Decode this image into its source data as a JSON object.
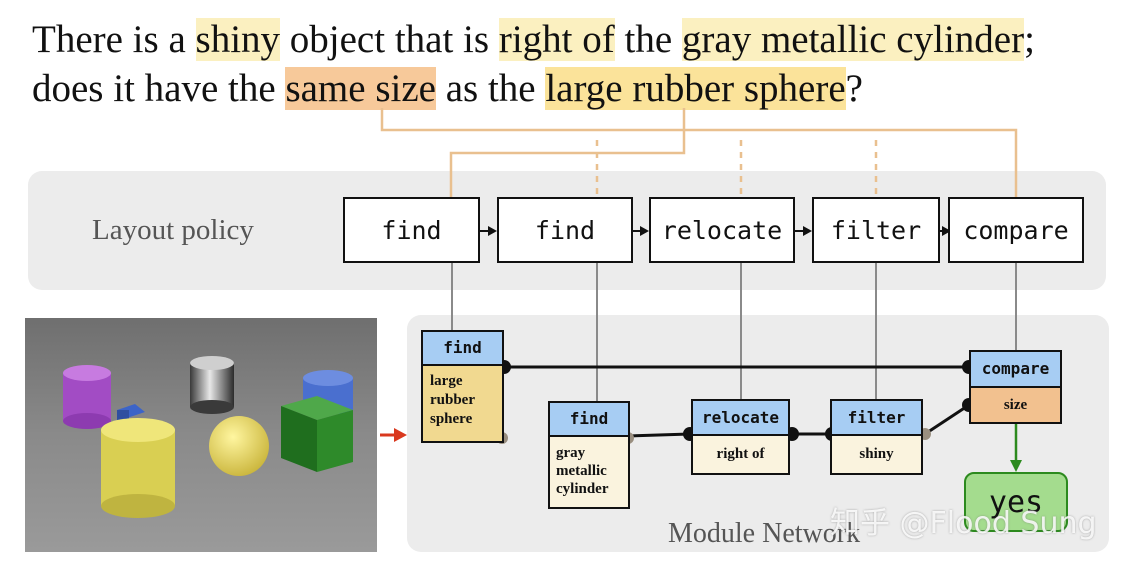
{
  "question": {
    "l1_a": "There is a ",
    "l1_shiny": "shiny",
    "l1_b": " object that is ",
    "l1_right": "right of",
    "l1_c": " the ",
    "l1_gray": "gray metallic cylinder",
    "l1_d": ";",
    "l2_a": "does it have the ",
    "l2_same": "same size",
    "l2_b": " as the ",
    "l2_large": "large rubber sphere",
    "l2_c": "?"
  },
  "layout_policy": {
    "label": "Layout policy",
    "modules": [
      "find",
      "find",
      "relocate",
      "filter",
      "compare"
    ]
  },
  "module_network": {
    "label": "Module Network",
    "find1": {
      "head": "find",
      "body": [
        "large",
        "rubber",
        "sphere"
      ]
    },
    "find2": {
      "head": "find",
      "body": [
        "gray",
        "metallic",
        "cylinder"
      ]
    },
    "relocate": {
      "head": "relocate",
      "body": "right of"
    },
    "filter": {
      "head": "filter",
      "body": "shiny"
    },
    "compare": {
      "head": "compare",
      "body": "size"
    },
    "answer": "yes"
  },
  "watermark": "知乎 @Flood Sung",
  "colors": {
    "highlight_yellow": "#fbf0c0",
    "highlight_orange": "#f7c99a",
    "highlight_gold": "#fbe39a",
    "module_head_blue": "#a7cdf3",
    "answer_green": "#a4dc8e",
    "arrow_red": "#d9381e",
    "connector_tan": "#e9c08f"
  }
}
